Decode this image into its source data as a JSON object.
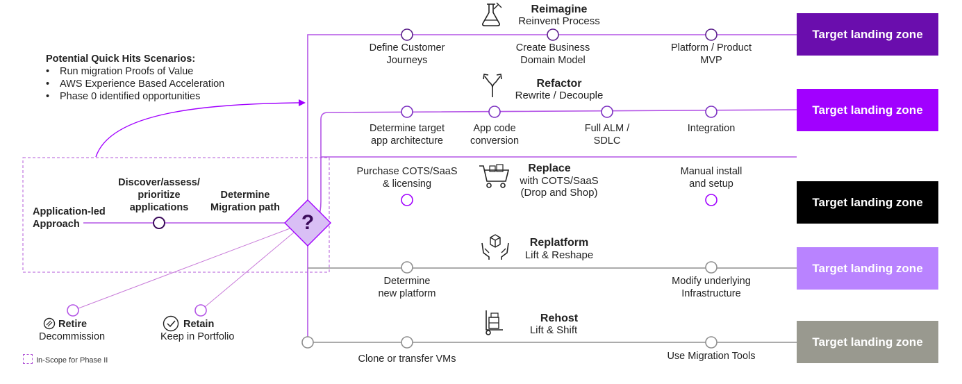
{
  "colors": {
    "purple": "#a100ff",
    "line_purple": "#b455e6",
    "dark_purple": "#6a0dad",
    "light_purple": "#b983ff",
    "black": "#000000",
    "grey": "#99998f",
    "gray_line": "#8f8f8f",
    "pink_line": "#c87ad9"
  },
  "quick_hits": {
    "heading": "Potential Quick Hits Scenarios:",
    "items": [
      "Run migration Proofs of Value",
      "AWS Experience Based Acceleration",
      "Phase 0 identified opportunities"
    ]
  },
  "approach": {
    "label_line1": "Application-led",
    "label_line2": "Approach",
    "discover_line1": "Discover/assess/",
    "discover_line2": "prioritize",
    "discover_line3": "applications",
    "determine_line1": "Determine",
    "determine_line2": "Migration path",
    "decision_symbol": "?"
  },
  "retire": {
    "title": "Retire",
    "subtitle": "Decommission",
    "icon": "retire-icon"
  },
  "retain": {
    "title": "Retain",
    "subtitle": "Keep in Portfolio",
    "icon": "check-circle-icon"
  },
  "legend": {
    "label": "In-Scope for Phase II"
  },
  "paths": {
    "reimagine": {
      "title": "Reimagine",
      "subtitle": "Reinvent Process",
      "icon": "flask-icon",
      "steps": [
        {
          "line1": "Define Customer",
          "line2": "Journeys"
        },
        {
          "line1": "Create Business",
          "line2": "Domain Model"
        },
        {
          "line1": "Platform / Product",
          "line2": "MVP"
        }
      ],
      "target": "Target landing zone"
    },
    "refactor": {
      "title": "Refactor",
      "subtitle": "Rewrite / Decouple",
      "icon": "split-arrows-icon",
      "steps": [
        {
          "line1": "Determine target",
          "line2": "app architecture"
        },
        {
          "line1": "App code",
          "line2": "conversion"
        },
        {
          "line1": "Full ALM /",
          "line2": "SDLC"
        },
        {
          "line1": "Integration",
          "line2": ""
        }
      ],
      "target": "Target landing zone"
    },
    "replace": {
      "title": "Replace",
      "subtitle1": "with COTS/SaaS",
      "subtitle2": "(Drop and Shop)",
      "icon": "shopping-cart-icon",
      "steps": [
        {
          "line1": "Purchase COTS/SaaS",
          "line2": "& licensing"
        },
        {
          "line1": "Manual install",
          "line2": "and setup"
        }
      ],
      "target": "Target landing zone"
    },
    "replatform": {
      "title": "Replatform",
      "subtitle": "Lift & Reshape",
      "icon": "hands-box-icon",
      "steps": [
        {
          "line1": "Determine",
          "line2": "new platform"
        },
        {
          "line1": "Modify underlying",
          "line2": "Infrastructure"
        }
      ],
      "target": "Target landing zone"
    },
    "rehost": {
      "title": "Rehost",
      "subtitle": "Lift & Shift",
      "icon": "hand-truck-icon",
      "steps": [
        {
          "line1": "Clone or transfer VMs",
          "line2": ""
        },
        {
          "line1": "Use Migration Tools",
          "line2": ""
        }
      ],
      "target": "Target landing zone"
    }
  }
}
